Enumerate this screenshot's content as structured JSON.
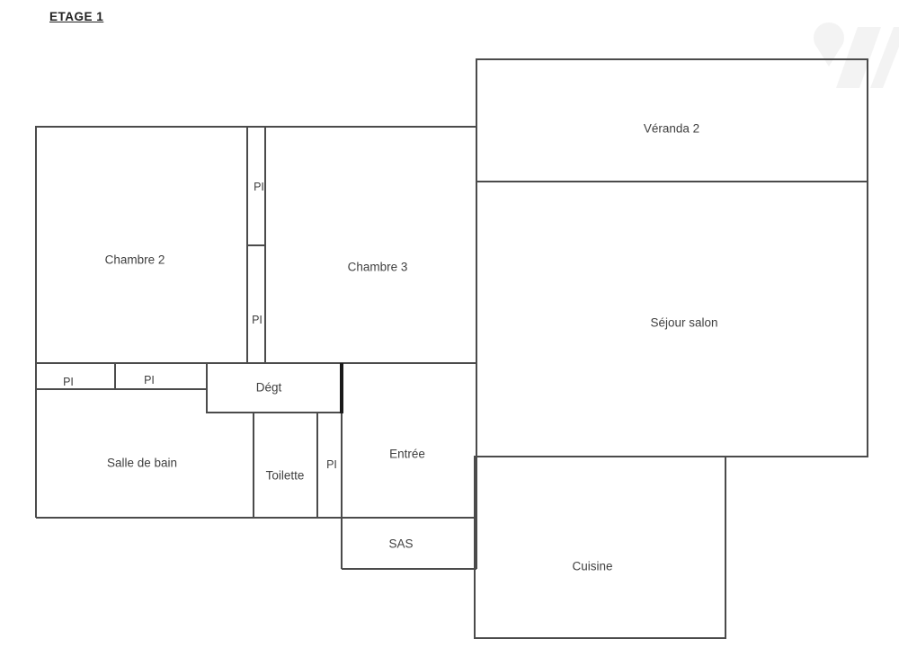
{
  "title": "ETAGE 1",
  "rooms": {
    "chambre2": "Chambre 2",
    "chambre3": "Chambre 3",
    "veranda": "Véranda 2",
    "sejour": "Séjour salon",
    "salle_de_bain": "Salle de bain",
    "toilette": "Toilette",
    "degt": "Dégt",
    "entree": "Entrée",
    "sas": "SAS",
    "cuisine": "Cuisine",
    "pi_closet_top": "PI",
    "pi_closet_mid": "PI",
    "pi_strip_1": "PI",
    "pi_strip_2": "PI",
    "pi_small": "PI"
  },
  "colors": {
    "wall": "#4b4b4b",
    "wall_dark": "#1a1a1a",
    "text": "#404040",
    "watermark": "#f3f3f3"
  }
}
